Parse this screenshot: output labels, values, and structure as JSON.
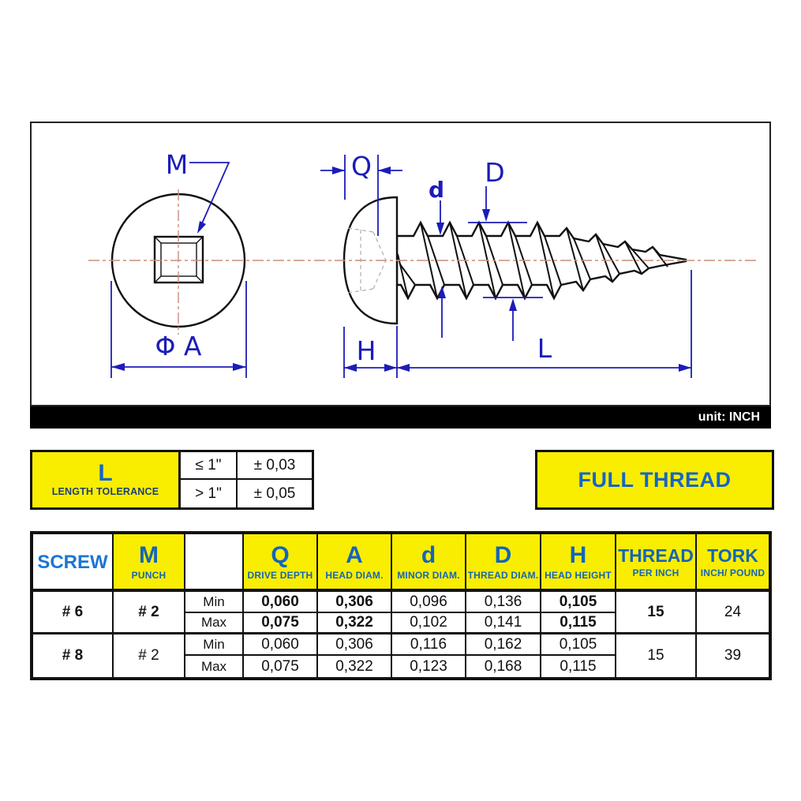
{
  "drawing": {
    "unit_label": "unit: INCH",
    "labels": {
      "m": "M",
      "q": "Q",
      "minor": "d",
      "major": "D",
      "phi_a": "Φ A",
      "h": "H",
      "l": "L"
    },
    "colors": {
      "dimension_blue": "#1c1cb8",
      "centerline_red": "#c98f7c",
      "outline_black": "#111111"
    }
  },
  "tolerance_table": {
    "symbol": "L",
    "title": "LENGTH TOLERANCE",
    "rows": [
      {
        "condition": "≤ 1\"",
        "value": "± 0,03"
      },
      {
        "condition": "> 1\"",
        "value": "± 0,05"
      }
    ]
  },
  "full_thread_label": "FULL THREAD",
  "spec_table": {
    "headers": [
      {
        "symbol": "SCREW",
        "subtitle": ""
      },
      {
        "symbol": "M",
        "subtitle": "PUNCH"
      },
      {
        "symbol": "",
        "subtitle": ""
      },
      {
        "symbol": "Q",
        "subtitle": "DRIVE DEPTH"
      },
      {
        "symbol": "A",
        "subtitle": "HEAD DIAM."
      },
      {
        "symbol": "d",
        "subtitle": "MINOR DIAM."
      },
      {
        "symbol": "D",
        "subtitle": "THREAD DIAM."
      },
      {
        "symbol": "H",
        "subtitle": "HEAD HEIGHT"
      },
      {
        "symbol": "THREAD",
        "subtitle": "PER INCH"
      },
      {
        "symbol": "TORK",
        "subtitle": "INCH/ POUND"
      }
    ],
    "limit_labels": [
      "Min",
      "Max"
    ],
    "rows": [
      {
        "screw": "# 6",
        "punch": "# 2",
        "min": {
          "q": "0,060",
          "head_diam": "0,306",
          "minor_diam": "0,096",
          "thread_diam": "0,136",
          "head_height": "0,105"
        },
        "max": {
          "q": "0,075",
          "head_diam": "0,322",
          "minor_diam": "0,102",
          "thread_diam": "0,141",
          "head_height": "0,115"
        },
        "thread_per_inch": "15",
        "tork": "24"
      },
      {
        "screw": "# 8",
        "punch": "# 2",
        "min": {
          "q": "0,060",
          "head_diam": "0,306",
          "minor_diam": "0,116",
          "thread_diam": "0,162",
          "head_height": "0,105"
        },
        "max": {
          "q": "0,075",
          "head_diam": "0,322",
          "minor_diam": "0,123",
          "thread_diam": "0,168",
          "head_height": "0,115"
        },
        "thread_per_inch": "15",
        "tork": "39"
      }
    ],
    "colors": {
      "header_yellow": "#f9ee00",
      "header_blue": "#1565b8",
      "screw_blue": "#1b76d2"
    }
  }
}
